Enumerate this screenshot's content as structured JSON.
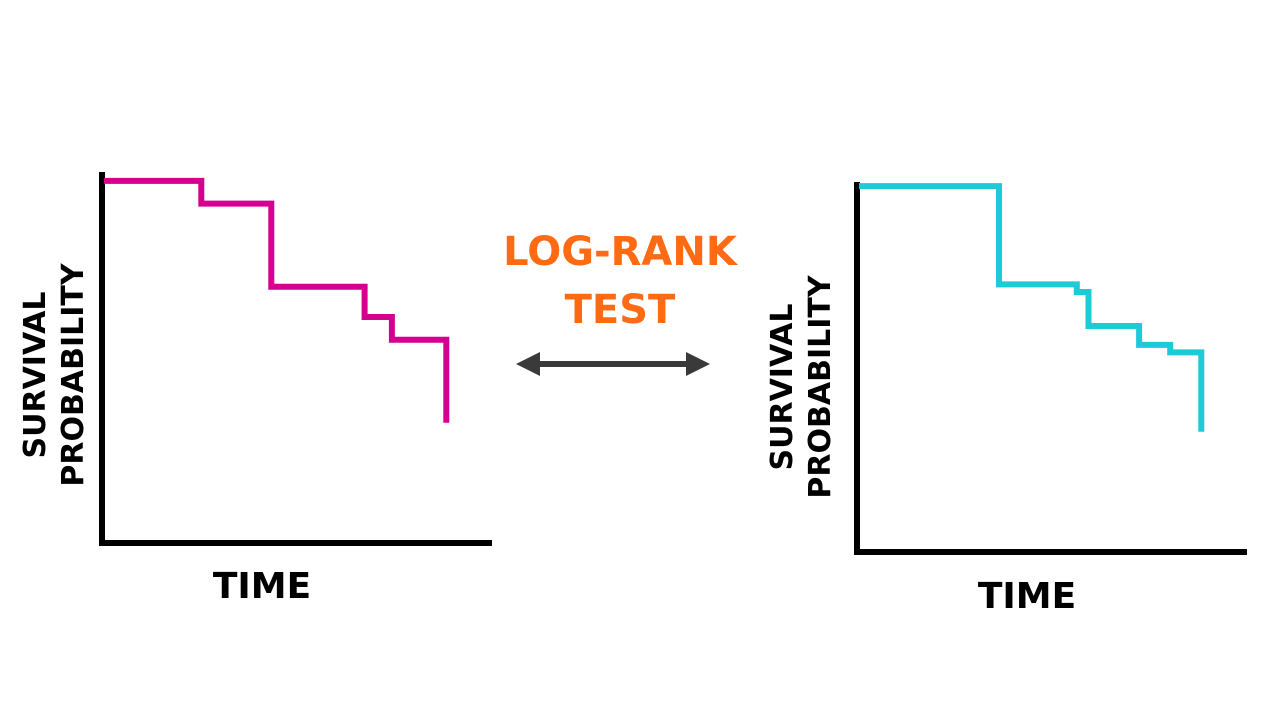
{
  "title": {
    "line1": "LOG-RANK",
    "line2": "TEST",
    "color": "#ff6a13"
  },
  "arrow": {
    "color": "#3a3a3a",
    "icon": "double-headed-arrow"
  },
  "charts": [
    {
      "name": "left",
      "xlabel": "TIME",
      "ylabel_line1": "SURVIVAL",
      "ylabel_line2": "PROBABILITY",
      "color": "#d4008f"
    },
    {
      "name": "right",
      "xlabel": "TIME",
      "ylabel_line1": "SURVIVAL",
      "ylabel_line2": "PROBABILITY",
      "color": "#1ccad8"
    }
  ],
  "chart_data": [
    {
      "type": "line",
      "step": true,
      "title": "",
      "xlabel": "TIME",
      "ylabel": "SURVIVAL PROBABILITY",
      "xlim": [
        0,
        100
      ],
      "ylim": [
        0,
        100
      ],
      "grid": false,
      "series": [
        {
          "color": "#d4008f",
          "x": [
            0,
            25,
            25,
            43,
            43,
            67,
            67,
            74,
            74,
            88,
            88
          ],
          "y": [
            95,
            95,
            89,
            89,
            67,
            67,
            59,
            59,
            53,
            53,
            31
          ]
        }
      ]
    },
    {
      "type": "line",
      "step": true,
      "title": "",
      "xlabel": "TIME",
      "ylabel": "SURVIVAL PROBABILITY",
      "xlim": [
        0,
        100
      ],
      "ylim": [
        0,
        100
      ],
      "grid": false,
      "series": [
        {
          "color": "#1ccad8",
          "x": [
            0,
            36,
            36,
            56,
            56,
            59,
            59,
            72,
            72,
            80,
            80,
            88,
            88
          ],
          "y": [
            96,
            96,
            70,
            70,
            68,
            68,
            59,
            59,
            54,
            54,
            52,
            52,
            31
          ]
        }
      ]
    }
  ]
}
